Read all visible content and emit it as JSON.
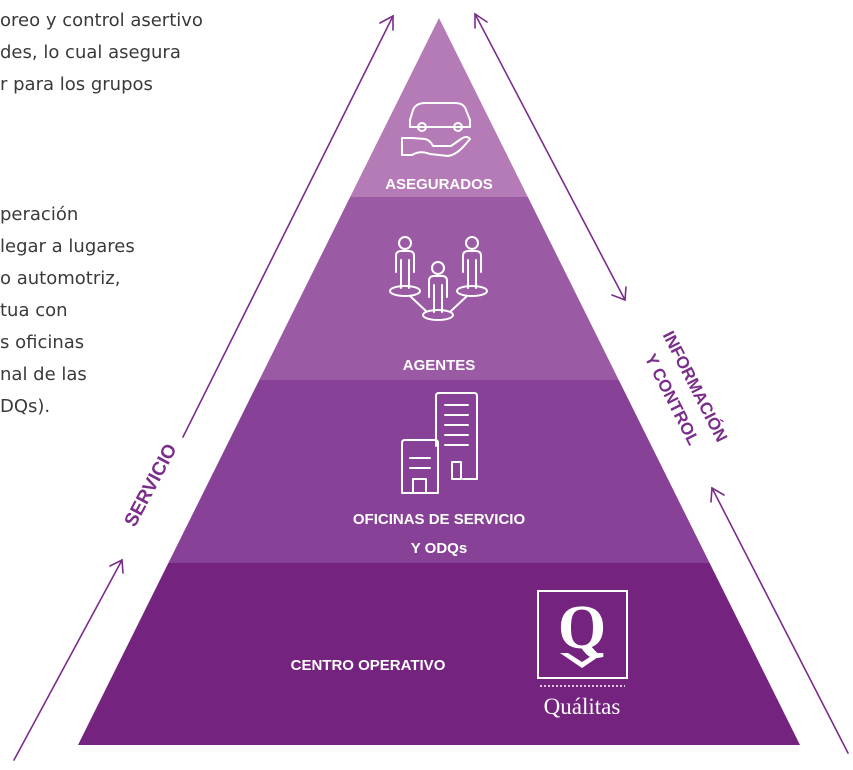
{
  "paragraphs": {
    "top": [
      "oreo y control asertivo",
      "des, lo cual asegura",
      "r para los grupos"
    ],
    "middle": [
      "peración",
      "legar a lugares",
      "o automotriz,",
      "tua con",
      "s oficinas",
      "nal de las",
      "DQs)."
    ]
  },
  "tiers": {
    "top": "ASEGURADOS",
    "second": "AGENTES",
    "third_line1": "OFICINAS DE SERVICIO",
    "third_line2": "Y ODQs",
    "base": "CENTRO OPERATIVO"
  },
  "arrows": {
    "left": "SERVICIO",
    "right_line1": "INFORMACIÓN",
    "right_line2": "Y CONTROL"
  },
  "logo": {
    "letter": "Q",
    "wordmark": "Quálitas"
  },
  "icons": [
    "car-in-hand-icon",
    "agents-network-icon",
    "office-buildings-icon",
    "qualitas-logo"
  ],
  "colors": {
    "tier_top": "#b57bb6",
    "tier_second": "#9a5aa4",
    "tier_third": "#874297",
    "tier_base": "#74237f",
    "arrow": "#7b2d8b",
    "text": "#3a3a3a"
  }
}
